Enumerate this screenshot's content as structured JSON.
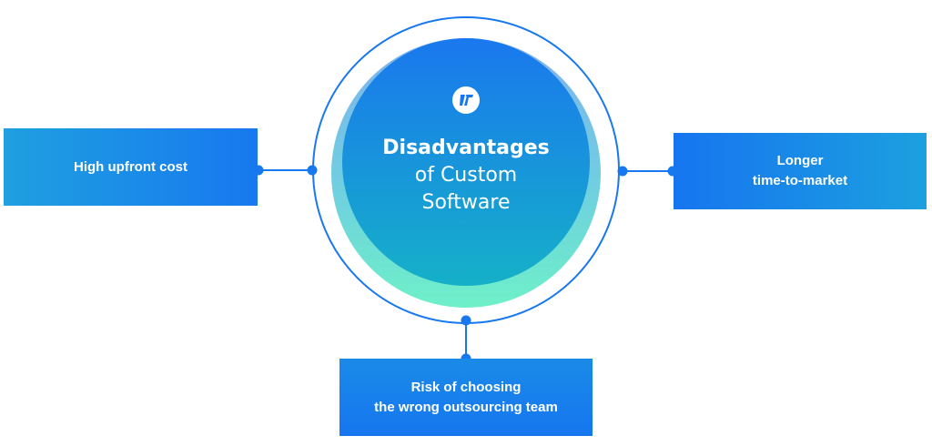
{
  "center": {
    "title": "Disadvantages",
    "line2": "of Custom",
    "line3": "Software",
    "logo_icon": "company-logo-icon"
  },
  "nodes": {
    "left": {
      "lines": [
        "High upfront cost"
      ]
    },
    "right": {
      "lines": [
        "Longer",
        "time-to-market"
      ]
    },
    "bottom": {
      "lines": [
        "Risk of choosing",
        "the wrong outsourcing team"
      ]
    }
  },
  "colors": {
    "primary_blue": "#1778ef",
    "cyan": "#1ca0df",
    "ring_gradient_top": "#7fb2ef",
    "ring_gradient_bottom": "#6ef0c8"
  }
}
